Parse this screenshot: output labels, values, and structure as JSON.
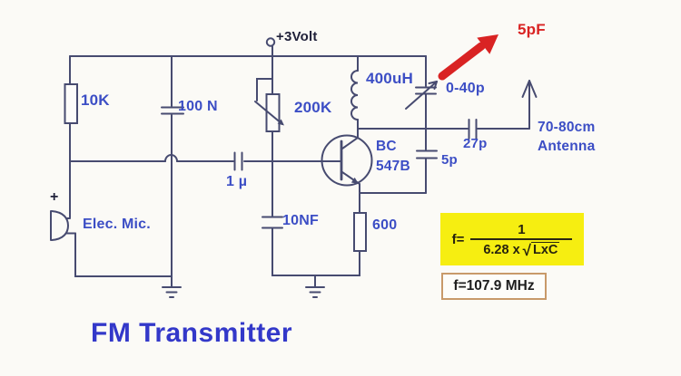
{
  "title": "FM Transmitter",
  "power_label": "+3Volt",
  "annotation": {
    "label": "5pF"
  },
  "components": {
    "r1": "10K",
    "c_bypass": "100 N",
    "pot": "200K",
    "inductor": "400uH",
    "varcap": "0-40p",
    "c_in": "1 µ",
    "transistor_line1": "BC",
    "transistor_line2": "547B",
    "c_base": "10NF",
    "r_emitter": "600",
    "c_feedback": "5p",
    "c_out": "27p",
    "mic_label": "Elec. Mic.",
    "mic_polarity": "+",
    "antenna_line1": "70-80cm",
    "antenna_line2": "Antenna"
  },
  "formula": {
    "lhs": "f=",
    "numerator": "1",
    "denom_prefix": "6.28 x",
    "sqrt_sign": "√",
    "radicand": "LxC"
  },
  "result_label": "f=107.9 MHz",
  "colors": {
    "wire": "#474b70",
    "component_label": "#3c4ec5",
    "title": "#3338c9",
    "annotation_red": "#d92323",
    "formula_bg": "#f6ee11",
    "result_border": "#c89a6a",
    "power_text": "#20213a"
  }
}
